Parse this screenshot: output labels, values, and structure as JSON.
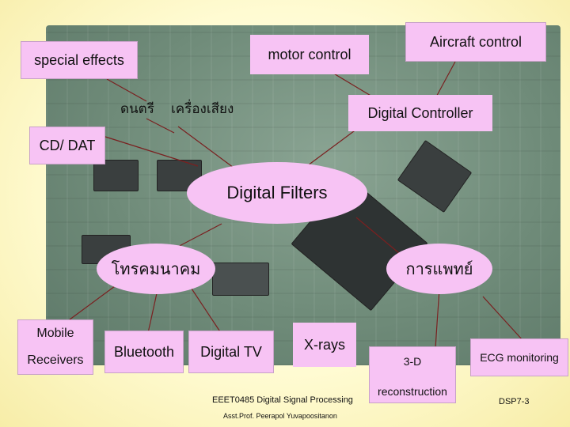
{
  "labels": {
    "special_effects": "special effects",
    "motor_control": "motor control",
    "aircraft_control": "Aircraft control",
    "thai_music": "ดนตรี",
    "thai_sound": "เครื่องเสียง",
    "digital_controller": "Digital Controller",
    "cd_dat": "CD/ DAT",
    "digital_filters": "Digital Filters",
    "thai_telecom": "โทรคมนาคม",
    "thai_medical": "การแพทย์",
    "mobile": "Mobile",
    "receivers": "Receivers",
    "bluetooth": "Bluetooth",
    "digital_tv": "Digital TV",
    "xrays": "X-rays",
    "three_d": "3-D",
    "reconstruction": "reconstruction",
    "ecg": "ECG monitoring"
  },
  "footer": {
    "course": "EEET0485 Digital Signal Processing",
    "author": "Asst.Prof. Peerapol Yuvapoositanon",
    "slide": "DSP7-3"
  },
  "colors": {
    "box_fill": "#f7c3f4",
    "line": "#7a2020"
  }
}
